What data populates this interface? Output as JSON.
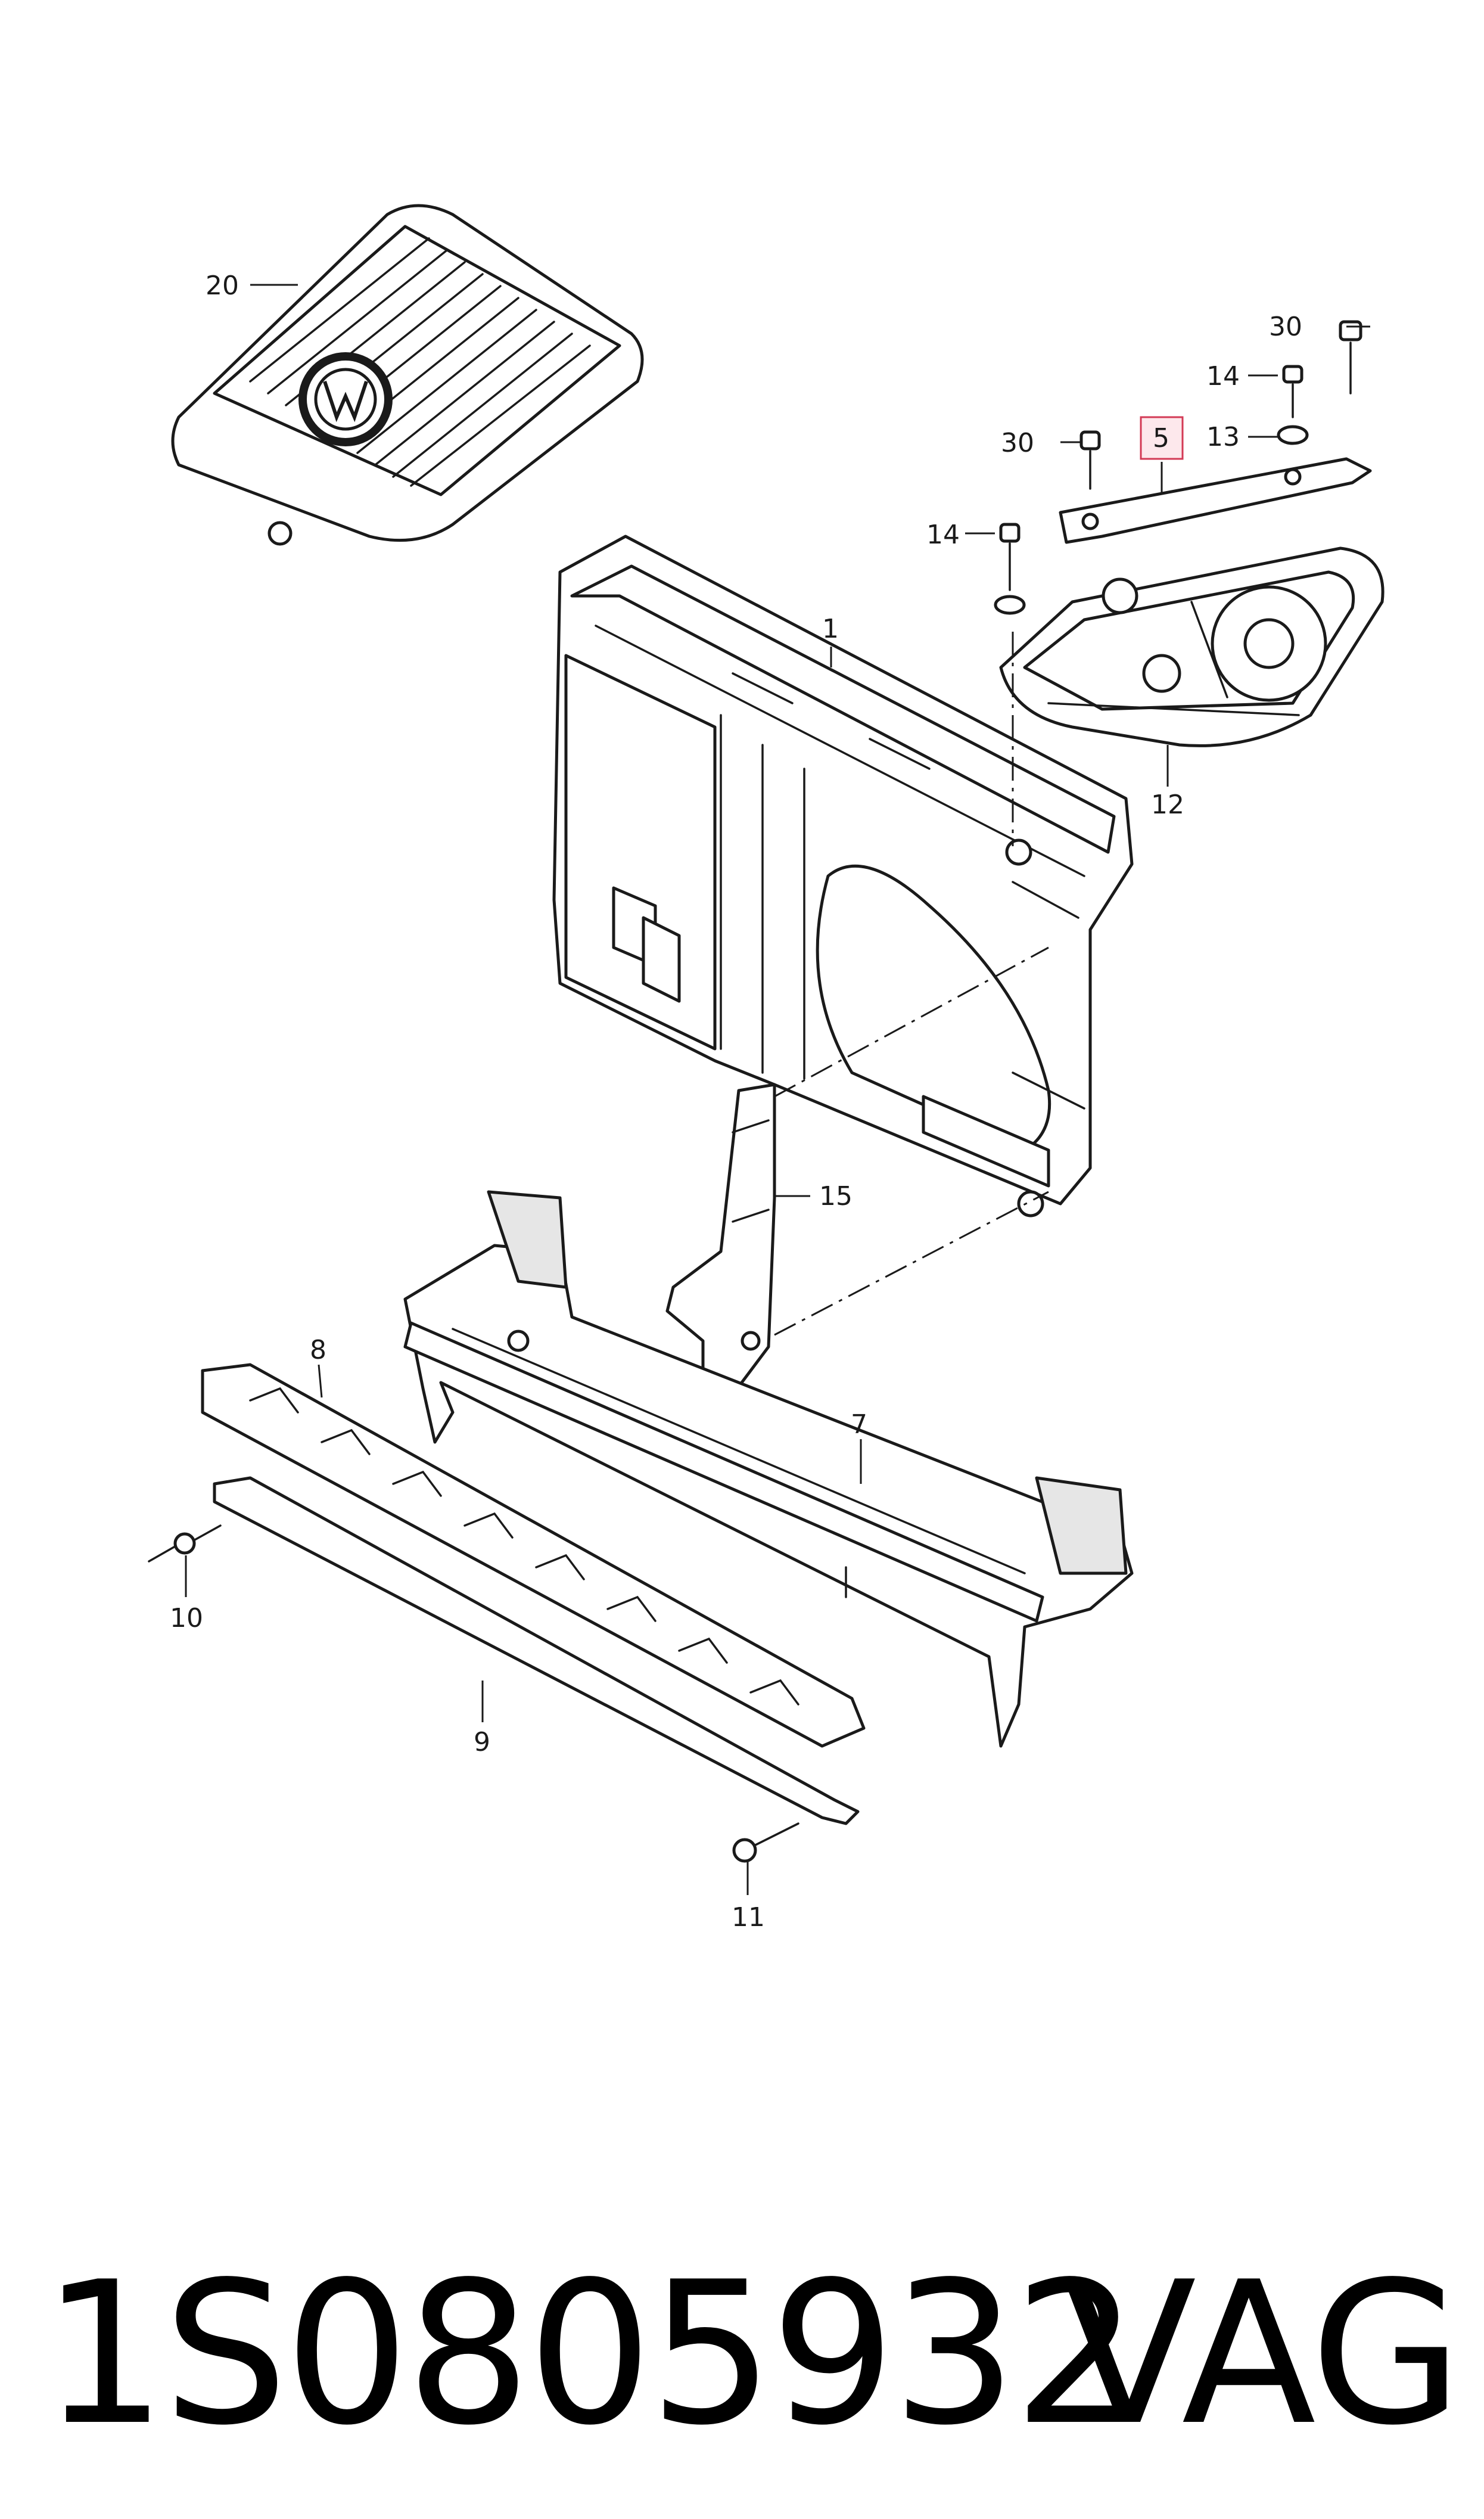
{
  "callouts": {
    "c20": "20",
    "c30a": "30",
    "c14a": "14",
    "c13": "13",
    "c5": "5",
    "c30b": "30",
    "c14b": "14",
    "c1": "1",
    "c12": "12",
    "c15": "15",
    "c8": "8",
    "c7": "7",
    "c10": "10",
    "c9": "9",
    "c11": "11"
  },
  "highlighted_callout": "5",
  "footer": {
    "part_number": "1S0805932",
    "brand": "VAG"
  },
  "colors": {
    "line": "#1a1a1a",
    "highlight_fill": "#fde8ec",
    "highlight_stroke": "#d33a55"
  },
  "icons": [
    "vw-logo-icon"
  ]
}
